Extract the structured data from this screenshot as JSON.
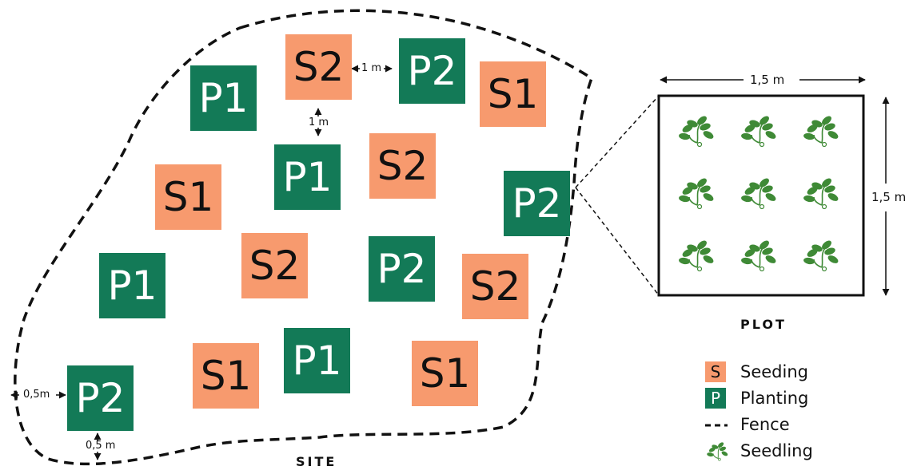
{
  "site": {
    "label": "SITE",
    "plots": [
      {
        "code": "P1",
        "kind": "planting"
      },
      {
        "code": "S2",
        "kind": "seeding"
      },
      {
        "code": "P2",
        "kind": "planting"
      },
      {
        "code": "S1",
        "kind": "seeding"
      },
      {
        "code": "P1",
        "kind": "planting"
      },
      {
        "code": "S2",
        "kind": "seeding"
      },
      {
        "code": "S1",
        "kind": "seeding"
      },
      {
        "code": "P2",
        "kind": "planting"
      },
      {
        "code": "P1",
        "kind": "planting"
      },
      {
        "code": "S2",
        "kind": "seeding"
      },
      {
        "code": "P2",
        "kind": "planting"
      },
      {
        "code": "S2",
        "kind": "seeding"
      },
      {
        "code": "S1",
        "kind": "seeding"
      },
      {
        "code": "P1",
        "kind": "planting"
      },
      {
        "code": "S1",
        "kind": "seeding"
      },
      {
        "code": "P2",
        "kind": "planting"
      }
    ],
    "spacing_between_plots": "1 m",
    "spacing_vertical": "1 m",
    "fence_gap_horizontal": "0,5m",
    "fence_gap_vertical": "0,5 m"
  },
  "plot": {
    "label": "PLOT",
    "width": "1,5 m",
    "height": "1,5 m",
    "seedling_count": 9
  },
  "legend": [
    {
      "symbol": "S",
      "label": "Seeding",
      "kind": "seeding"
    },
    {
      "symbol": "P",
      "label": "Planting",
      "kind": "planting"
    },
    {
      "symbol": "",
      "label": "Fence",
      "kind": "fence"
    },
    {
      "symbol": "",
      "label": "Seedling",
      "kind": "seedling"
    }
  ],
  "colors": {
    "seeding": "#f79a6e",
    "planting": "#137a57",
    "seedling": "#3f8a36"
  }
}
